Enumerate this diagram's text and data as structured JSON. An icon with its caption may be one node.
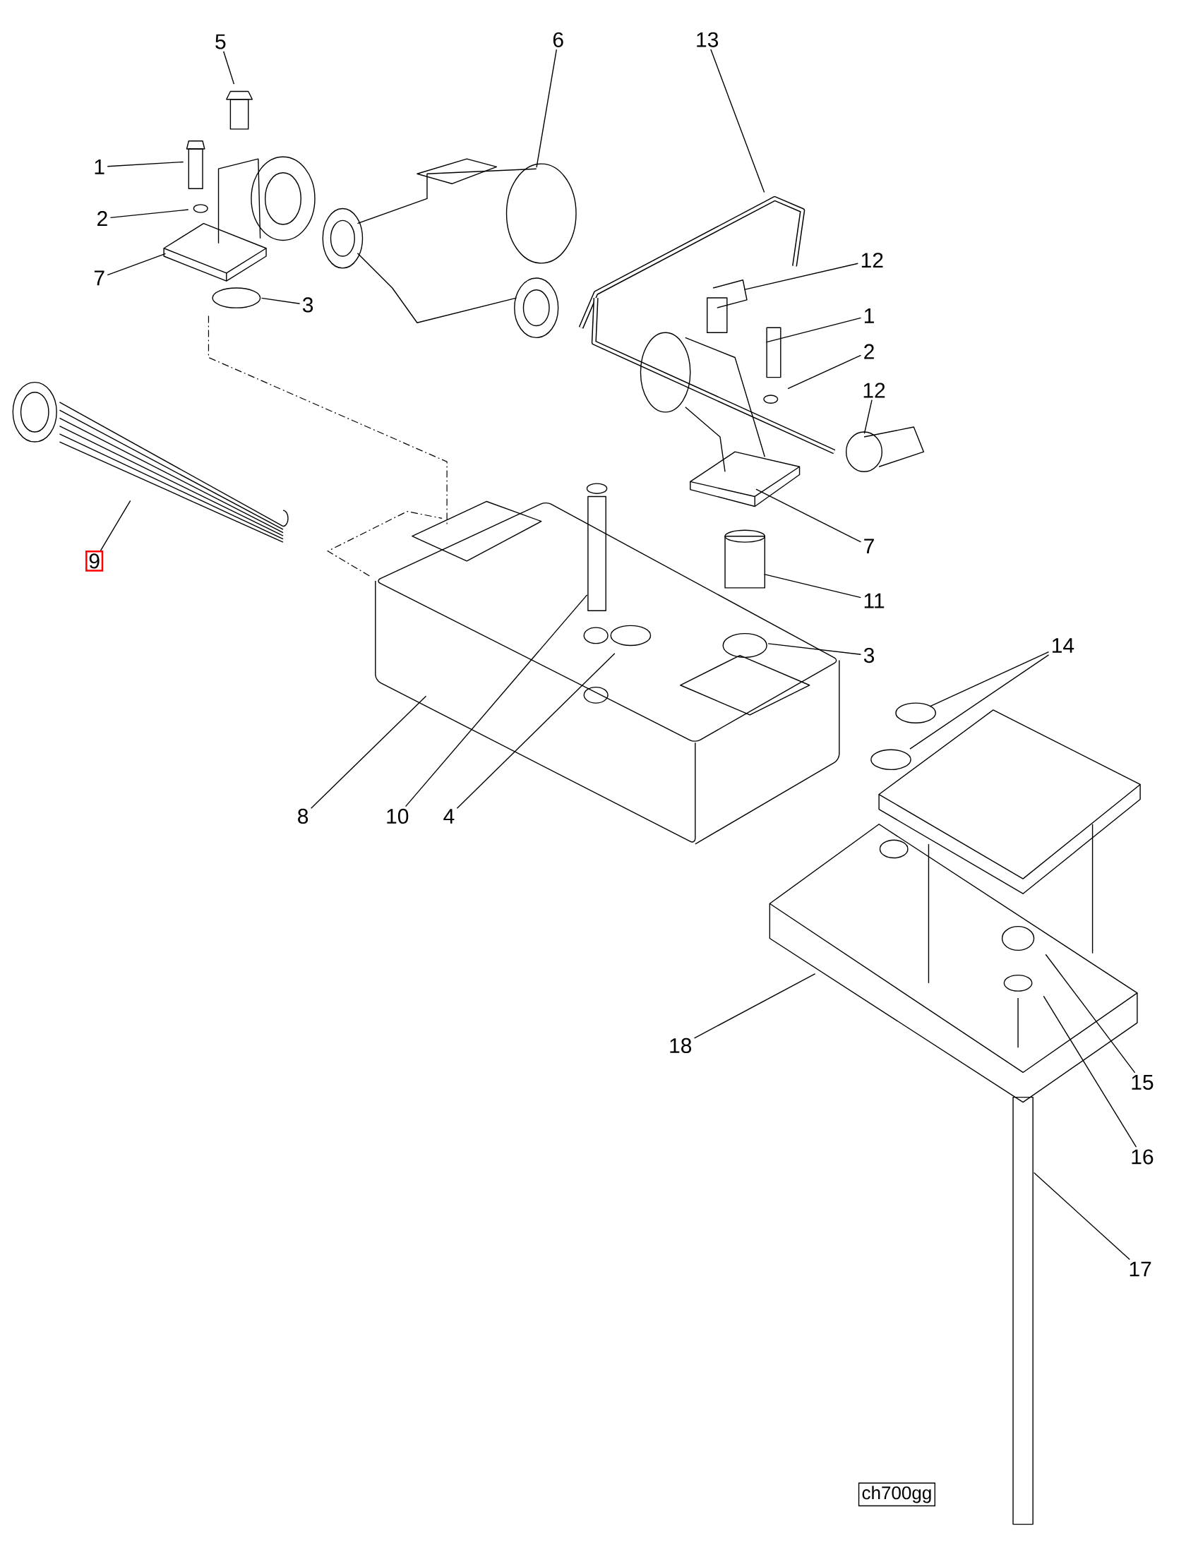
{
  "diagram": {
    "nodes": [
      {
        "text": [
          "5"
        ]
      },
      {
        "text": [
          "6"
        ]
      },
      {
        "text": [
          "13"
        ]
      },
      {
        "text": [
          "1"
        ]
      },
      {
        "text": [
          "2"
        ]
      },
      {
        "text": [
          "12"
        ]
      },
      {
        "text": [
          "7"
        ]
      },
      {
        "text": [
          "3"
        ]
      },
      {
        "text": [
          "1"
        ]
      },
      {
        "text": [
          "2"
        ]
      },
      {
        "text": [
          "12"
        ]
      },
      {
        "text": [
          "7"
        ]
      },
      {
        "text": [
          "9"
        ]
      },
      {
        "text": [
          "11"
        ]
      },
      {
        "text": [
          "14"
        ]
      },
      {
        "text": [
          "3"
        ]
      },
      {
        "text": [
          "8"
        ]
      },
      {
        "text": [
          "10"
        ]
      },
      {
        "text": [
          "4"
        ]
      },
      {
        "text": [
          "18"
        ]
      },
      {
        "text": [
          "15"
        ]
      },
      {
        "text": [
          "16"
        ]
      },
      {
        "text": [
          "17"
        ]
      }
    ],
    "edges": [
      {
        "from": 0,
        "to": null,
        "arrow": "none"
      },
      {
        "from": 1,
        "to": null,
        "arrow": "none"
      },
      {
        "from": 2,
        "to": null,
        "arrow": "none"
      },
      {
        "from": 3,
        "to": null,
        "arrow": "none"
      },
      {
        "from": 4,
        "to": null,
        "arrow": "none"
      },
      {
        "from": 5,
        "to": null,
        "arrow": "none"
      },
      {
        "from": 6,
        "to": null,
        "arrow": "none"
      },
      {
        "from": 7,
        "to": null,
        "arrow": "none"
      },
      {
        "from": 8,
        "to": null,
        "arrow": "none"
      },
      {
        "from": 9,
        "to": null,
        "arrow": "none"
      },
      {
        "from": 10,
        "to": null,
        "arrow": "none"
      },
      {
        "from": 11,
        "to": null,
        "arrow": "none"
      },
      {
        "from": 12,
        "to": null,
        "arrow": "none"
      },
      {
        "from": 13,
        "to": null,
        "arrow": "none"
      },
      {
        "from": 14,
        "to": null,
        "arrow": "none"
      },
      {
        "from": 14,
        "to": null,
        "arrow": "none"
      },
      {
        "from": 15,
        "to": null,
        "arrow": "none"
      },
      {
        "from": 16,
        "to": null,
        "arrow": "none"
      },
      {
        "from": 17,
        "to": null,
        "arrow": "none"
      },
      {
        "from": 18,
        "to": null,
        "arrow": "none"
      },
      {
        "from": 19,
        "to": null,
        "arrow": "none"
      },
      {
        "from": 20,
        "to": null,
        "arrow": "none"
      },
      {
        "from": 21,
        "to": null,
        "arrow": "none"
      },
      {
        "from": 22,
        "to": null,
        "arrow": "none"
      }
    ],
    "labels": [
      "ch700gg"
    ]
  }
}
